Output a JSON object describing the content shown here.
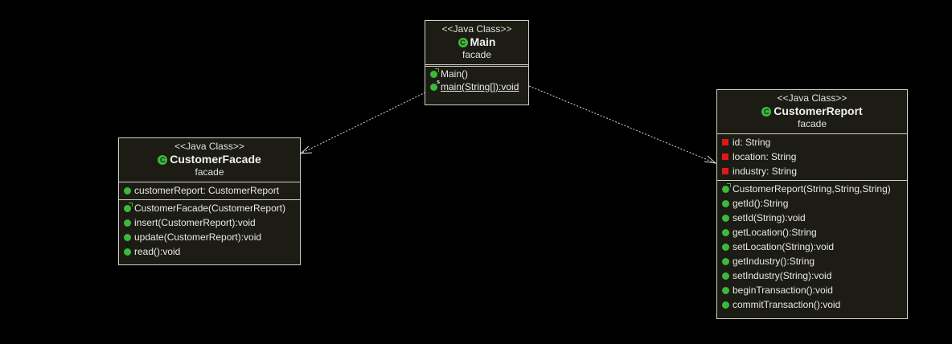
{
  "classes": {
    "main": {
      "stereotype": "<<Java Class>>",
      "name": "Main",
      "package": "facade",
      "attributes": [],
      "methods": [
        "Main()",
        "main(String[]):void"
      ]
    },
    "customer_facade": {
      "stereotype": "<<Java Class>>",
      "name": "CustomerFacade",
      "package": "facade",
      "attributes": [
        "customerReport: CustomerReport"
      ],
      "methods": [
        "CustomerFacade(CustomerReport)",
        "insert(CustomerReport):void",
        "update(CustomerReport):void",
        "read():void"
      ]
    },
    "customer_report": {
      "stereotype": "<<Java Class>>",
      "name": "CustomerReport",
      "package": "facade",
      "attributes": [
        "id: String",
        "location: String",
        "industry: String"
      ],
      "methods": [
        "CustomerReport(String,String,String)",
        "getId():String",
        "setId(String):void",
        "getLocation():String",
        "setLocation(String):void",
        "getIndustry():String",
        "setIndustry(String):void",
        "beginTransaction():void",
        "commitTransaction():void"
      ]
    }
  },
  "relations": [
    {
      "from": "Main",
      "to": "CustomerFacade",
      "kind": "dependency"
    },
    {
      "from": "Main",
      "to": "CustomerReport",
      "kind": "dependency"
    }
  ],
  "icon_glyph": "C",
  "colors": {
    "background": "#000000",
    "box_fill": "#1c1c14",
    "border": "#d0d0c8",
    "public_icon": "#3cb93c",
    "private_icon": "#e01818"
  }
}
